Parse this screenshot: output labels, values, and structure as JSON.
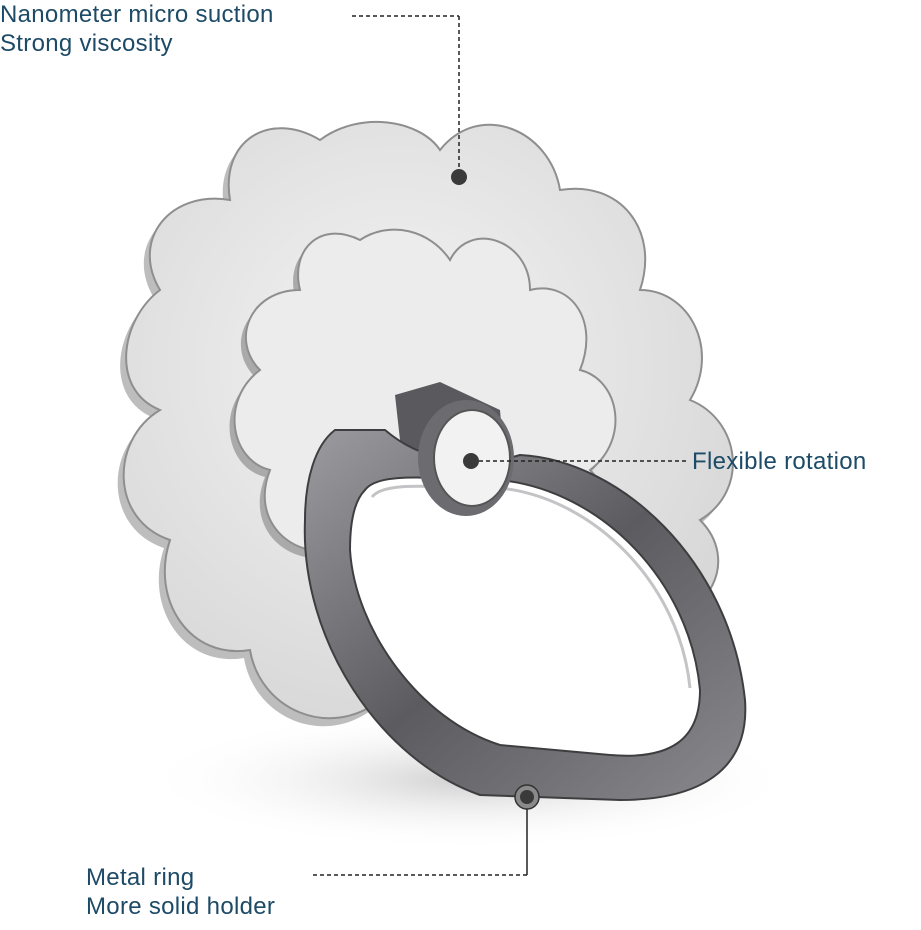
{
  "callouts": {
    "suction": {
      "line1": "Nanometer micro suction",
      "line2": "Strong viscosity"
    },
    "rotation": {
      "line1": "Flexible rotation"
    },
    "ring": {
      "line1": "Metal ring",
      "line2": "More solid holder"
    }
  },
  "colors": {
    "label_text": "#1d4a66",
    "plate": "#e4e4e4",
    "plate_edge": "#9a9a9a",
    "ring": "#6e6e70",
    "ring_highlight": "#b8b8ba",
    "callout_dot": "#3a3a3a"
  }
}
